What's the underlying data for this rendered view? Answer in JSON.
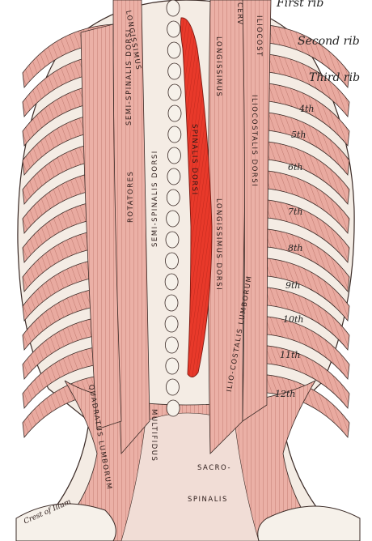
{
  "rib_labels": {
    "first": "First rib",
    "second": "Second rib",
    "third": "Third rib"
  },
  "rib_numbers": [
    "4th",
    "5th",
    "6th",
    "7th",
    "8th",
    "9th",
    "10th",
    "11th",
    "12th"
  ],
  "muscles": {
    "longissimus_cervicis": "LONGISSIMUS",
    "cervicis_part": "CERV",
    "iliocostalis_cervicis": "ILIOCOST",
    "semispinalis_dorsi": "SEMI-SPINALIS DORSI",
    "longissimus_capitis": "LONGISSIMUS",
    "iliocostalis_dorsi": "ILIOCOSTALIS DORSI",
    "spinalis_dorsi": "SPINALIS DORSI",
    "semispinalis_dorsi_lower": "SEMI-SPINALIS DORSI",
    "longissimus_dorsi": "LONGISSIMUS DORSI",
    "iliocostalis_lumborum": "ILIO-COSTALIS LUMBORUM",
    "quadratus_lumborum": "QUADRATUS LUMBORUM",
    "multifidus": "MULTIFIDUS",
    "rotatores": "ROTATORES",
    "sacrospinalis_1": "SACRO-",
    "sacrospinalis_2": "SPINALIS",
    "crest_of_ilium": "Crest of Ilium"
  },
  "colors": {
    "muscle": "#e8a59a",
    "muscle_dark": "#b46a62",
    "highlight": "#e63a2a",
    "bone": "#f6f1ea",
    "line": "#3a2a26"
  }
}
